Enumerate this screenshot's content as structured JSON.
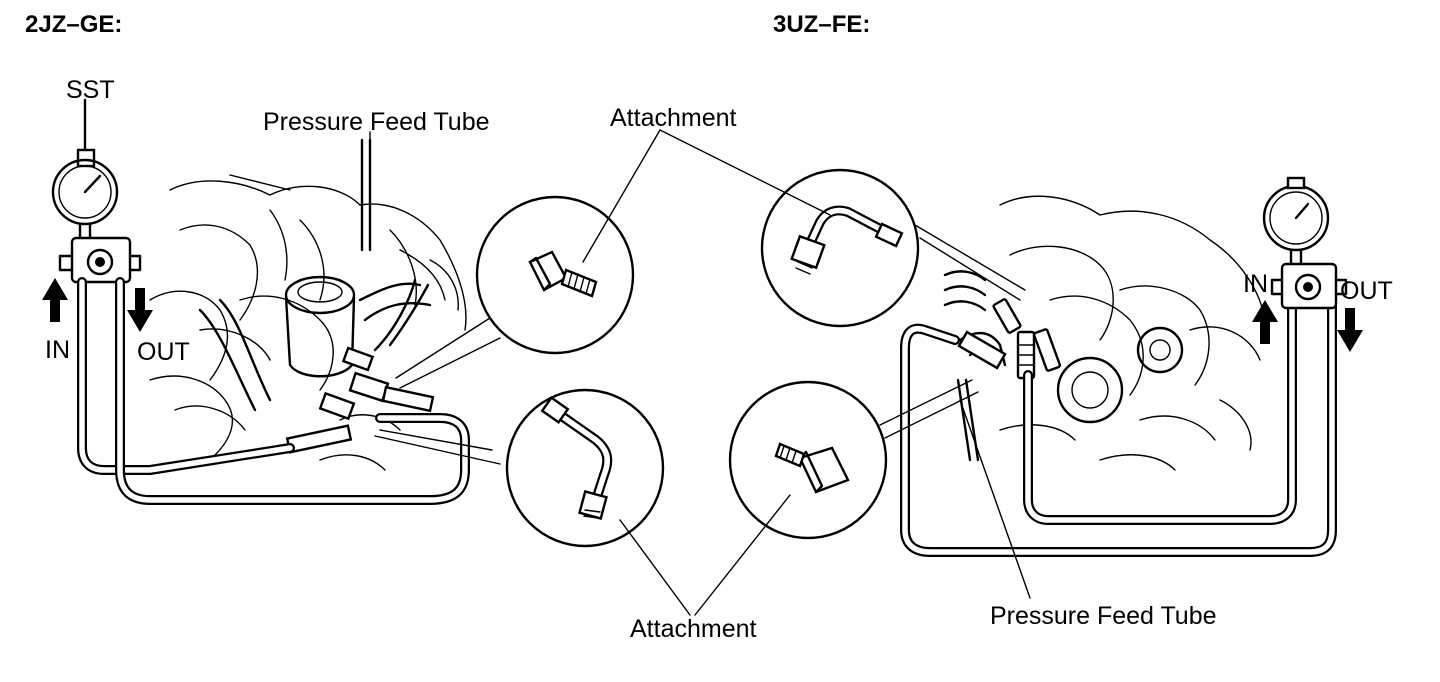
{
  "headers": {
    "left": "2JZ–GE:",
    "right": "3UZ–FE:"
  },
  "left_diagram": {
    "sst_label": "SST",
    "pressure_feed_tube_label": "Pressure Feed Tube",
    "attachment_top_label": "Attachment",
    "attachment_bottom_label": "Attachment",
    "in_label": "IN",
    "out_label": "OUT"
  },
  "right_diagram": {
    "pressure_feed_tube_label": "Pressure Feed Tube",
    "in_label": "IN",
    "out_label": "OUT"
  },
  "icons": {
    "gauge": "pressure-gauge-icon",
    "valve": "valve-icon",
    "arrow_up": "arrow-up-icon",
    "arrow_down": "arrow-down-icon",
    "fitting_straight": "straight-fitting-icon",
    "fitting_elbow": "elbow-fitting-icon"
  },
  "colors": {
    "ink": "#000000",
    "paper": "#ffffff"
  }
}
